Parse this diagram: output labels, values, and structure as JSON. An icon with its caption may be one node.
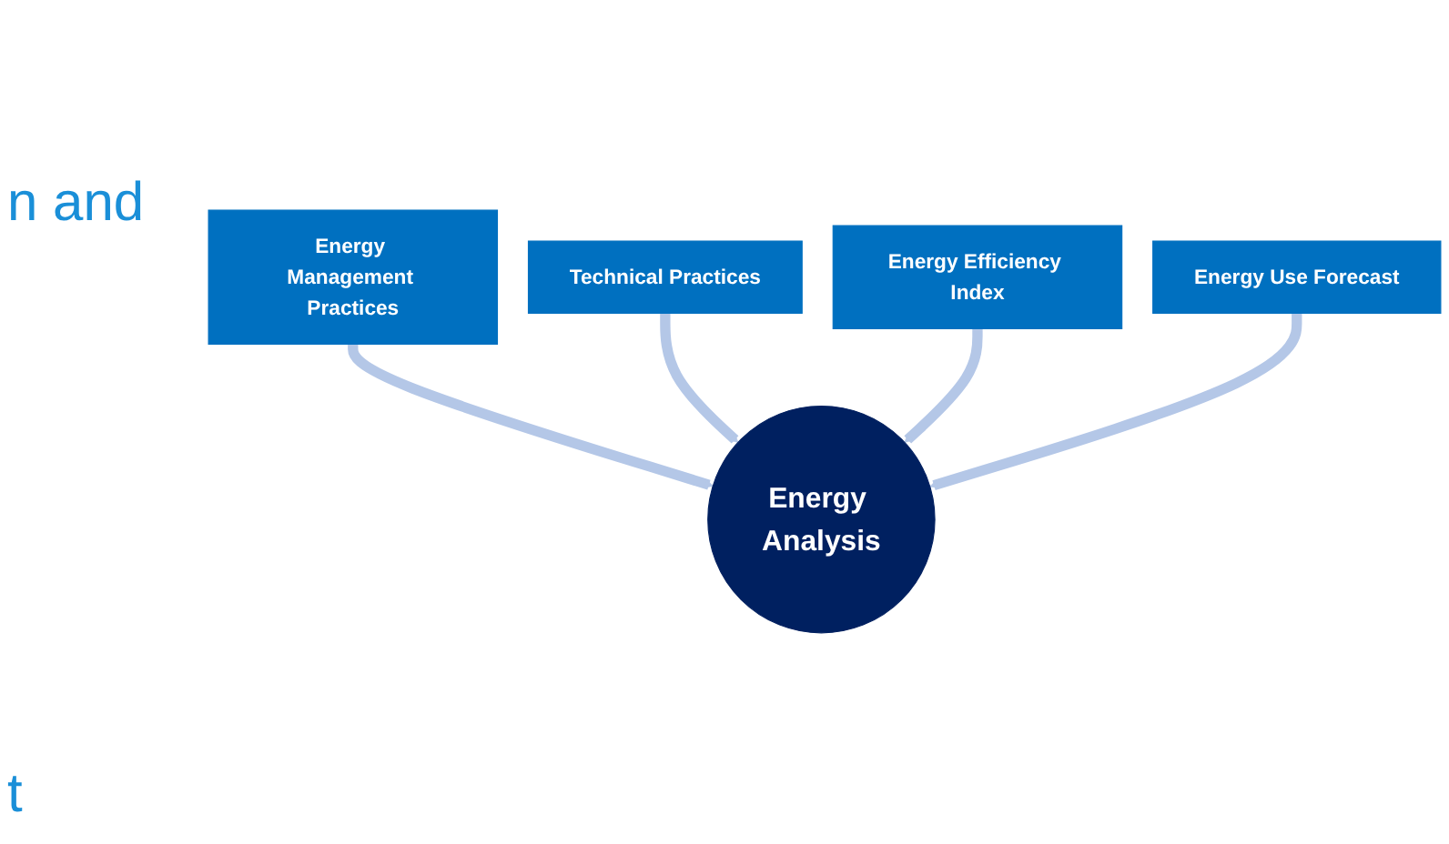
{
  "diagram": {
    "nodes": [
      {
        "text": [
          "Energy Management Practices"
        ]
      },
      {
        "text": [
          "Technical Practices"
        ]
      },
      {
        "text": [
          "Energy Efficiency Index"
        ]
      },
      {
        "text": [
          "Energy Analysis"
        ]
      },
      {
        "text": [
          "Energy Use Forecast"
        ]
      }
    ],
    "edges": [
      {
        "from": 0,
        "to": 3,
        "arrow": "to"
      },
      {
        "from": 1,
        "to": 3,
        "arrow": "to"
      },
      {
        "from": 2,
        "to": 3,
        "arrow": "to"
      },
      {
        "from": 4,
        "to": 3,
        "arrow": "to"
      }
    ],
    "labels": [
      "n and",
      "t"
    ]
  }
}
